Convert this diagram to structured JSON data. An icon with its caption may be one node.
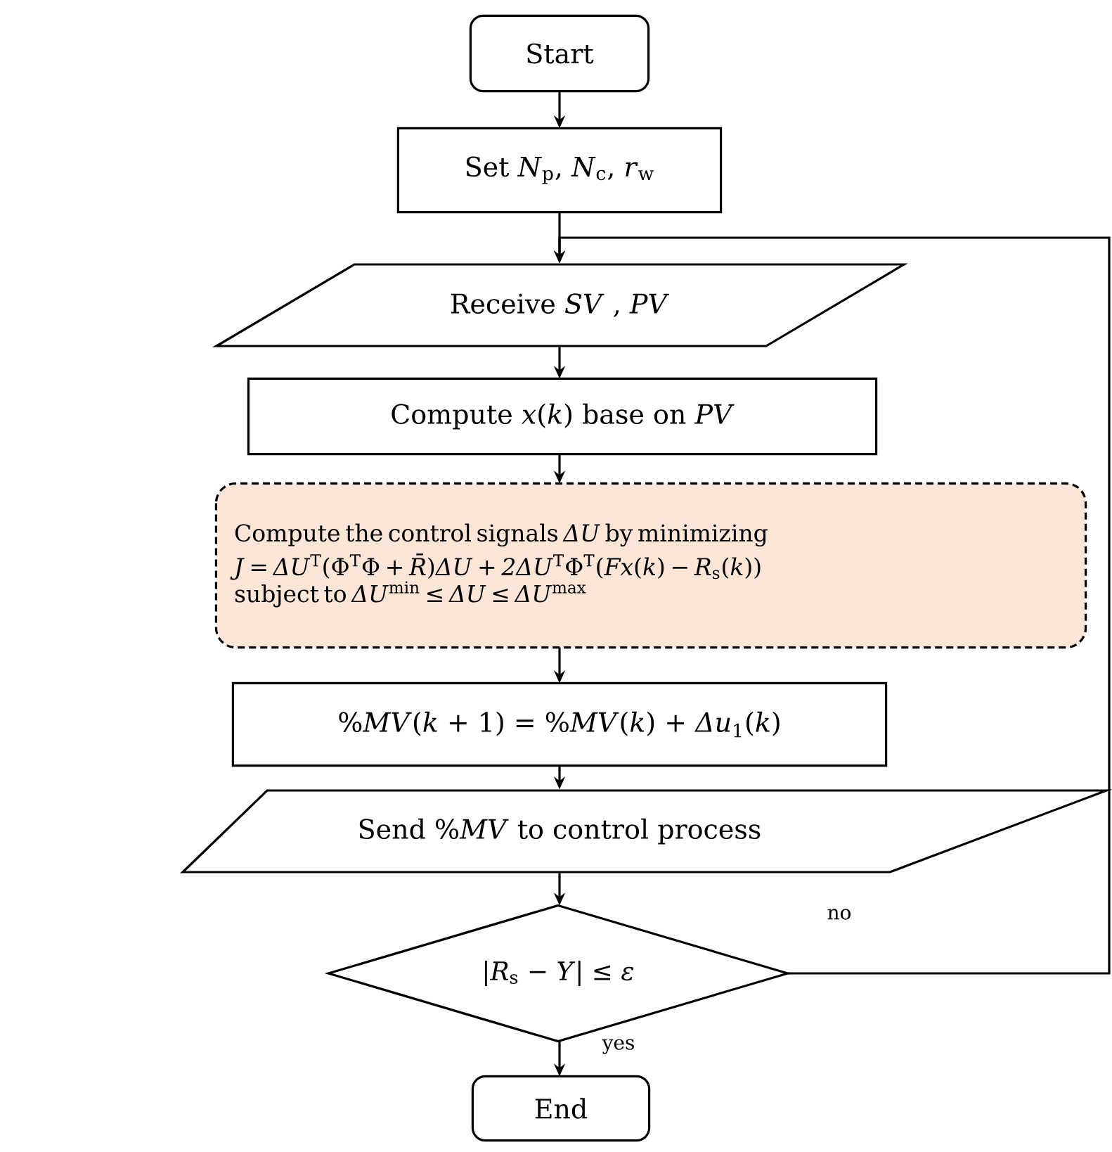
{
  "diagram": {
    "nodes": [
      {
        "text": [
          "Start"
        ]
      },
      {
        "text": [
          "Set *N*$_{p}$, *N*$_{c}$, *r*$_{w}$"
        ]
      },
      {
        "text": [
          "Receive  *SV* , *PV*"
        ]
      },
      {
        "text": [
          "Compute *x*(*k*) base on *PV*"
        ]
      },
      {
        "text": [
          "Compute the control signals *ΔU* by minimizing",
          "*J* = *ΔU*$^{T}$(Φ$^{T}$Φ + *R̄*)*ΔU* + *2ΔU*$^{T}$Φ$^{T}$(*Fx*(*k*) − *R*$_{s}$(*k*))",
          "subject to *ΔU*$^{min}$ ≤ *ΔU* ≤ *ΔU*$^{max}$"
        ]
      },
      {
        "text": [
          "%*MV*(*k* + 1) = %*MV*(*k*) + *Δu*$_{1}$(*k*)"
        ]
      },
      {
        "text": [
          "Send %*MV* to control process"
        ]
      },
      {
        "text": [
          "|*R*$_{s}$ − *Y*| ≤ *ε*"
        ]
      },
      {
        "text": [
          "End"
        ]
      }
    ],
    "edges": [
      {
        "from": 0,
        "to": 1,
        "arrow": "to"
      },
      {
        "from": 1,
        "to": 2,
        "arrow": "to"
      },
      {
        "from": 2,
        "to": 3,
        "arrow": "to"
      },
      {
        "from": 3,
        "to": 4,
        "arrow": "to"
      },
      {
        "from": 4,
        "to": 5,
        "arrow": "to"
      },
      {
        "from": 5,
        "to": 6,
        "arrow": "to"
      },
      {
        "from": 6,
        "to": 7,
        "arrow": "to"
      },
      {
        "from": 7,
        "to": 8,
        "label": "yes",
        "arrow": "to"
      },
      {
        "from": 7,
        "to": 2,
        "label": "no",
        "arrow": "to"
      }
    ]
  }
}
